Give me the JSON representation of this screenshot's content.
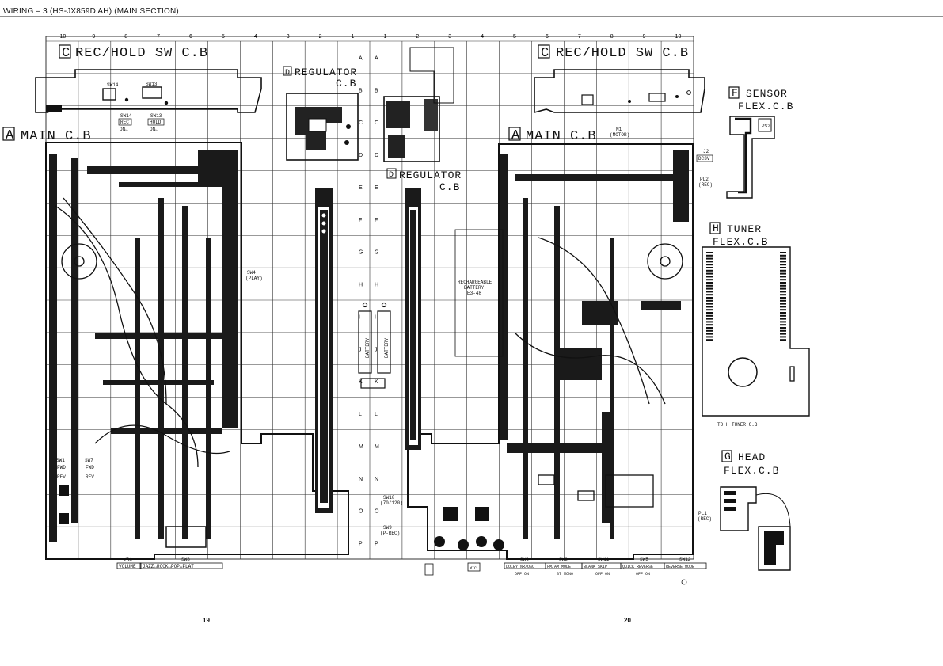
{
  "header": {
    "title": "WIRING – 3 (HS-JX859D AH) (MAIN SECTION)"
  },
  "columns_left": [
    "10",
    "9",
    "8",
    "7",
    "6",
    "5",
    "4",
    "3",
    "2",
    "1"
  ],
  "columns_right": [
    "1",
    "2",
    "3",
    "4",
    "5",
    "6",
    "7",
    "8",
    "9",
    "10"
  ],
  "rows": [
    "A",
    "B",
    "C",
    "D",
    "E",
    "F",
    "G",
    "H",
    "I",
    "J",
    "K",
    "L",
    "M",
    "N",
    "O",
    "P"
  ],
  "boards": {
    "rec_hold_left": {
      "tag": "C",
      "name": "REC/HOLD SW C.B"
    },
    "rec_hold_right": {
      "tag": "C",
      "name": "REC/HOLD SW C.B"
    },
    "regulator_top": {
      "tag": "D",
      "name": "REGULATOR",
      "suffix": "C.B"
    },
    "regulator_mid": {
      "tag": "D",
      "name": "REGULATOR",
      "suffix": "C.B"
    },
    "main_left": {
      "tag": "A",
      "name": "MAIN C.B"
    },
    "main_right": {
      "tag": "A",
      "name": "MAIN C.B"
    },
    "sensor": {
      "tag": "F",
      "name": "SENSOR",
      "name2": "FLEX.C.B"
    },
    "tuner": {
      "tag": "H",
      "name": "TUNER",
      "name2": "FLEX.C.B"
    },
    "head": {
      "tag": "G",
      "name": "HEAD",
      "name2": "FLEX.C.B"
    }
  },
  "small_labels": {
    "sw14": "SW14",
    "sw13": "SW13",
    "rec": "REC",
    "hold": "HOLD",
    "on": "ON←",
    "sw4": "SW4",
    "play": "(PLAY)",
    "battery": "BATTERY",
    "rechargeable": "RECHARGEABLE",
    "rech_battery": "BATTERY",
    "rech_model": "E3-48",
    "m1": "M1",
    "motor": "(MOTOR)",
    "ps2": "PS2",
    "dc3v": "DC3V",
    "j2": "J2",
    "pl2": "PL2",
    "pl2_sub": "(REC)",
    "to_tuner": "TO  H  TUNER C.B",
    "sw1": "SW1",
    "sw7": "SW7",
    "fwd": "FWD",
    "rev": "REV",
    "sw10": "SW10",
    "sw10_sub": "(70/120)",
    "sw9": "SW9",
    "sw9_sub": "(P-REC)",
    "pl1": "PL1",
    "pl1_sub": "(REC)",
    "vr1": "VR1",
    "sw8": "SW8",
    "sw6": "SW6",
    "sw3": "SW3",
    "sw11": "SW11",
    "sw5": "SW5",
    "sw12": "SW12",
    "mic": "MIC"
  },
  "bottom_labels": {
    "volume": "VOLUME",
    "eq": "JAZZ↔ROCK↔POP↔FLAT",
    "dolby": "DOLBY NR/OSC",
    "fmam": "FM/AM MODE",
    "blank": "BLANK SKIP",
    "quick": "QUICK REVERSE",
    "reverse": "REVERSE MODE",
    "dolby_states": "OFF ON",
    "fmam_states": "ST MONO",
    "blank_states": "OFF ON",
    "quick_states": "OFF ON"
  },
  "page_numbers": {
    "left": "19",
    "right": "20"
  }
}
